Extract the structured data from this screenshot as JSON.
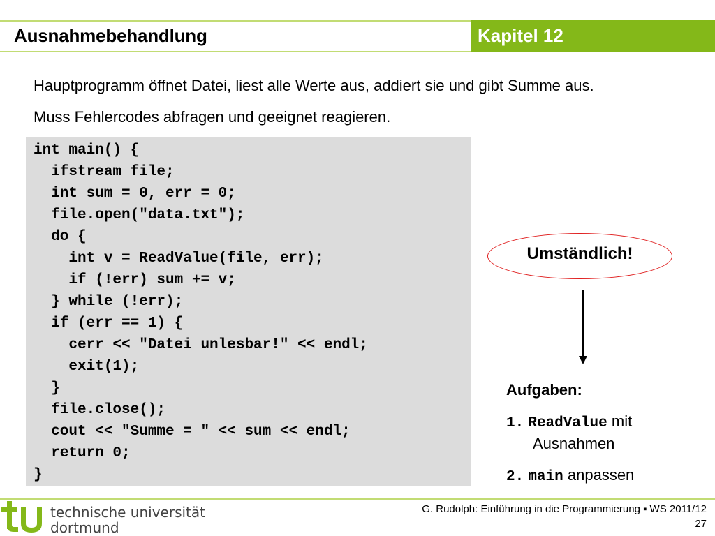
{
  "header": {
    "title": "Ausnahmebehandlung",
    "chapter": "Kapitel 12",
    "accent_color": "#84b819"
  },
  "intro": {
    "line1": "Hauptprogramm öffnet Datei, liest alle Werte aus, addiert sie und gibt Summe aus.",
    "line2": "Muss Fehlercodes abfragen und geeignet reagieren."
  },
  "code": {
    "lines": [
      "int main() {",
      "  ifstream file;",
      "  int sum = 0, err = 0;",
      "  file.open(\"data.txt\");",
      "  do {",
      "    int v = ReadValue(file, err);",
      "    if (!err) sum += v;",
      "  } while (!err);",
      "  if (err == 1) {",
      "    cerr << \"Datei unlesbar!\" << endl;",
      "    exit(1);",
      "  }",
      "  file.close();",
      "  cout << \"Summe = \" << sum << endl;",
      "  return 0;",
      "}"
    ]
  },
  "callout": {
    "label": "Umständlich!",
    "border_color": "#e02020"
  },
  "tasks": {
    "title": "Aufgaben:",
    "item1_num": "1.",
    "item1_code": "ReadValue",
    "item1_text": " mit",
    "item1_text2": "Ausnahmen",
    "item2_num": "2.",
    "item2_code": "main",
    "item2_text": " anpassen"
  },
  "footer": {
    "university_line1": "technische universität",
    "university_line2": "dortmund",
    "course": "G. Rudolph: Einführung in die Programmierung ▪ WS 2011/12",
    "page": "27"
  }
}
